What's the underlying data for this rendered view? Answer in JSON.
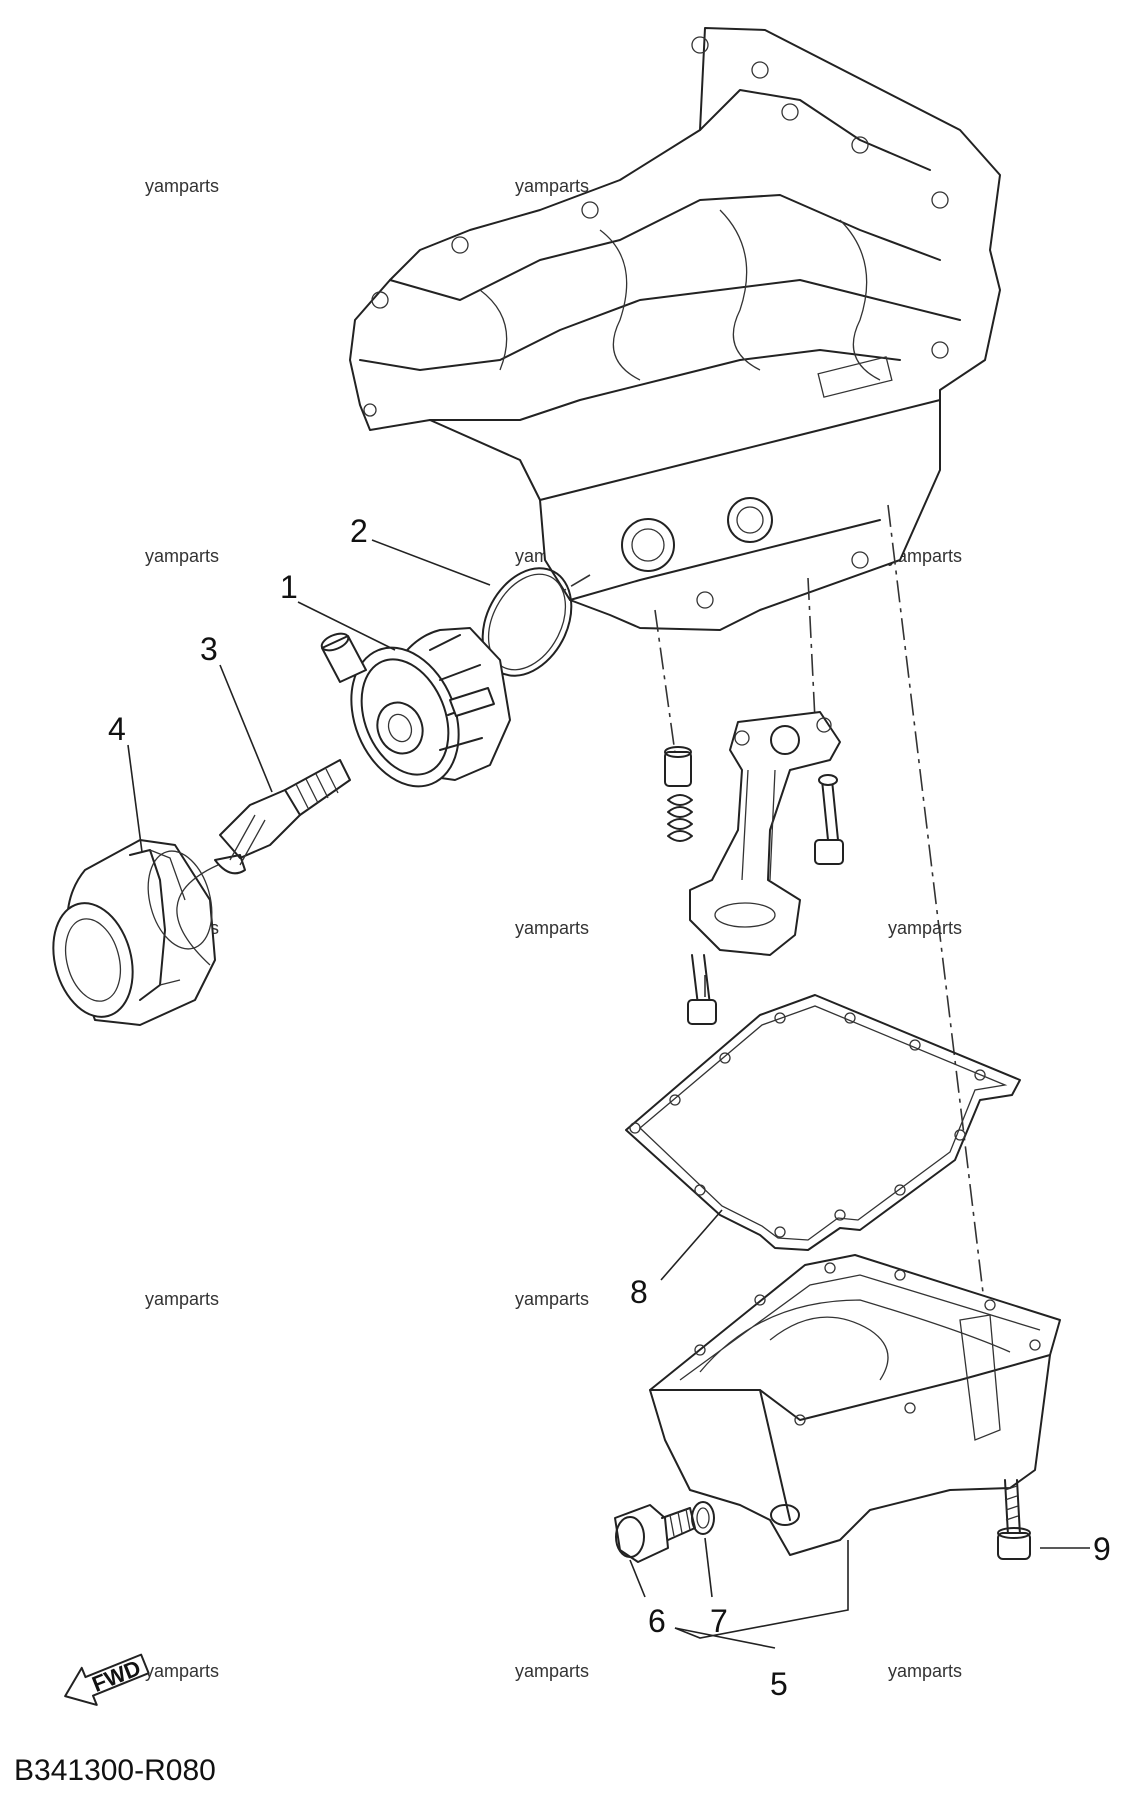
{
  "diagram": {
    "watermark_text": "yamparts",
    "drawing_code": "B341300-R080",
    "fwd_label": "FWD",
    "callouts": [
      "1",
      "2",
      "3",
      "4",
      "5",
      "6",
      "7",
      "8",
      "9"
    ],
    "parts": [
      {
        "ref": "1",
        "icon": "oil-cooler-icon"
      },
      {
        "ref": "2",
        "icon": "o-ring-icon"
      },
      {
        "ref": "3",
        "icon": "union-bolt-icon"
      },
      {
        "ref": "4",
        "icon": "oil-filter-icon"
      },
      {
        "ref": "5",
        "icon": "oil-pan-icon"
      },
      {
        "ref": "6",
        "icon": "drain-plug-icon"
      },
      {
        "ref": "7",
        "icon": "gasket-ring-icon"
      },
      {
        "ref": "8",
        "icon": "pan-gasket-icon"
      },
      {
        "ref": "9",
        "icon": "bolt-icon"
      }
    ]
  }
}
